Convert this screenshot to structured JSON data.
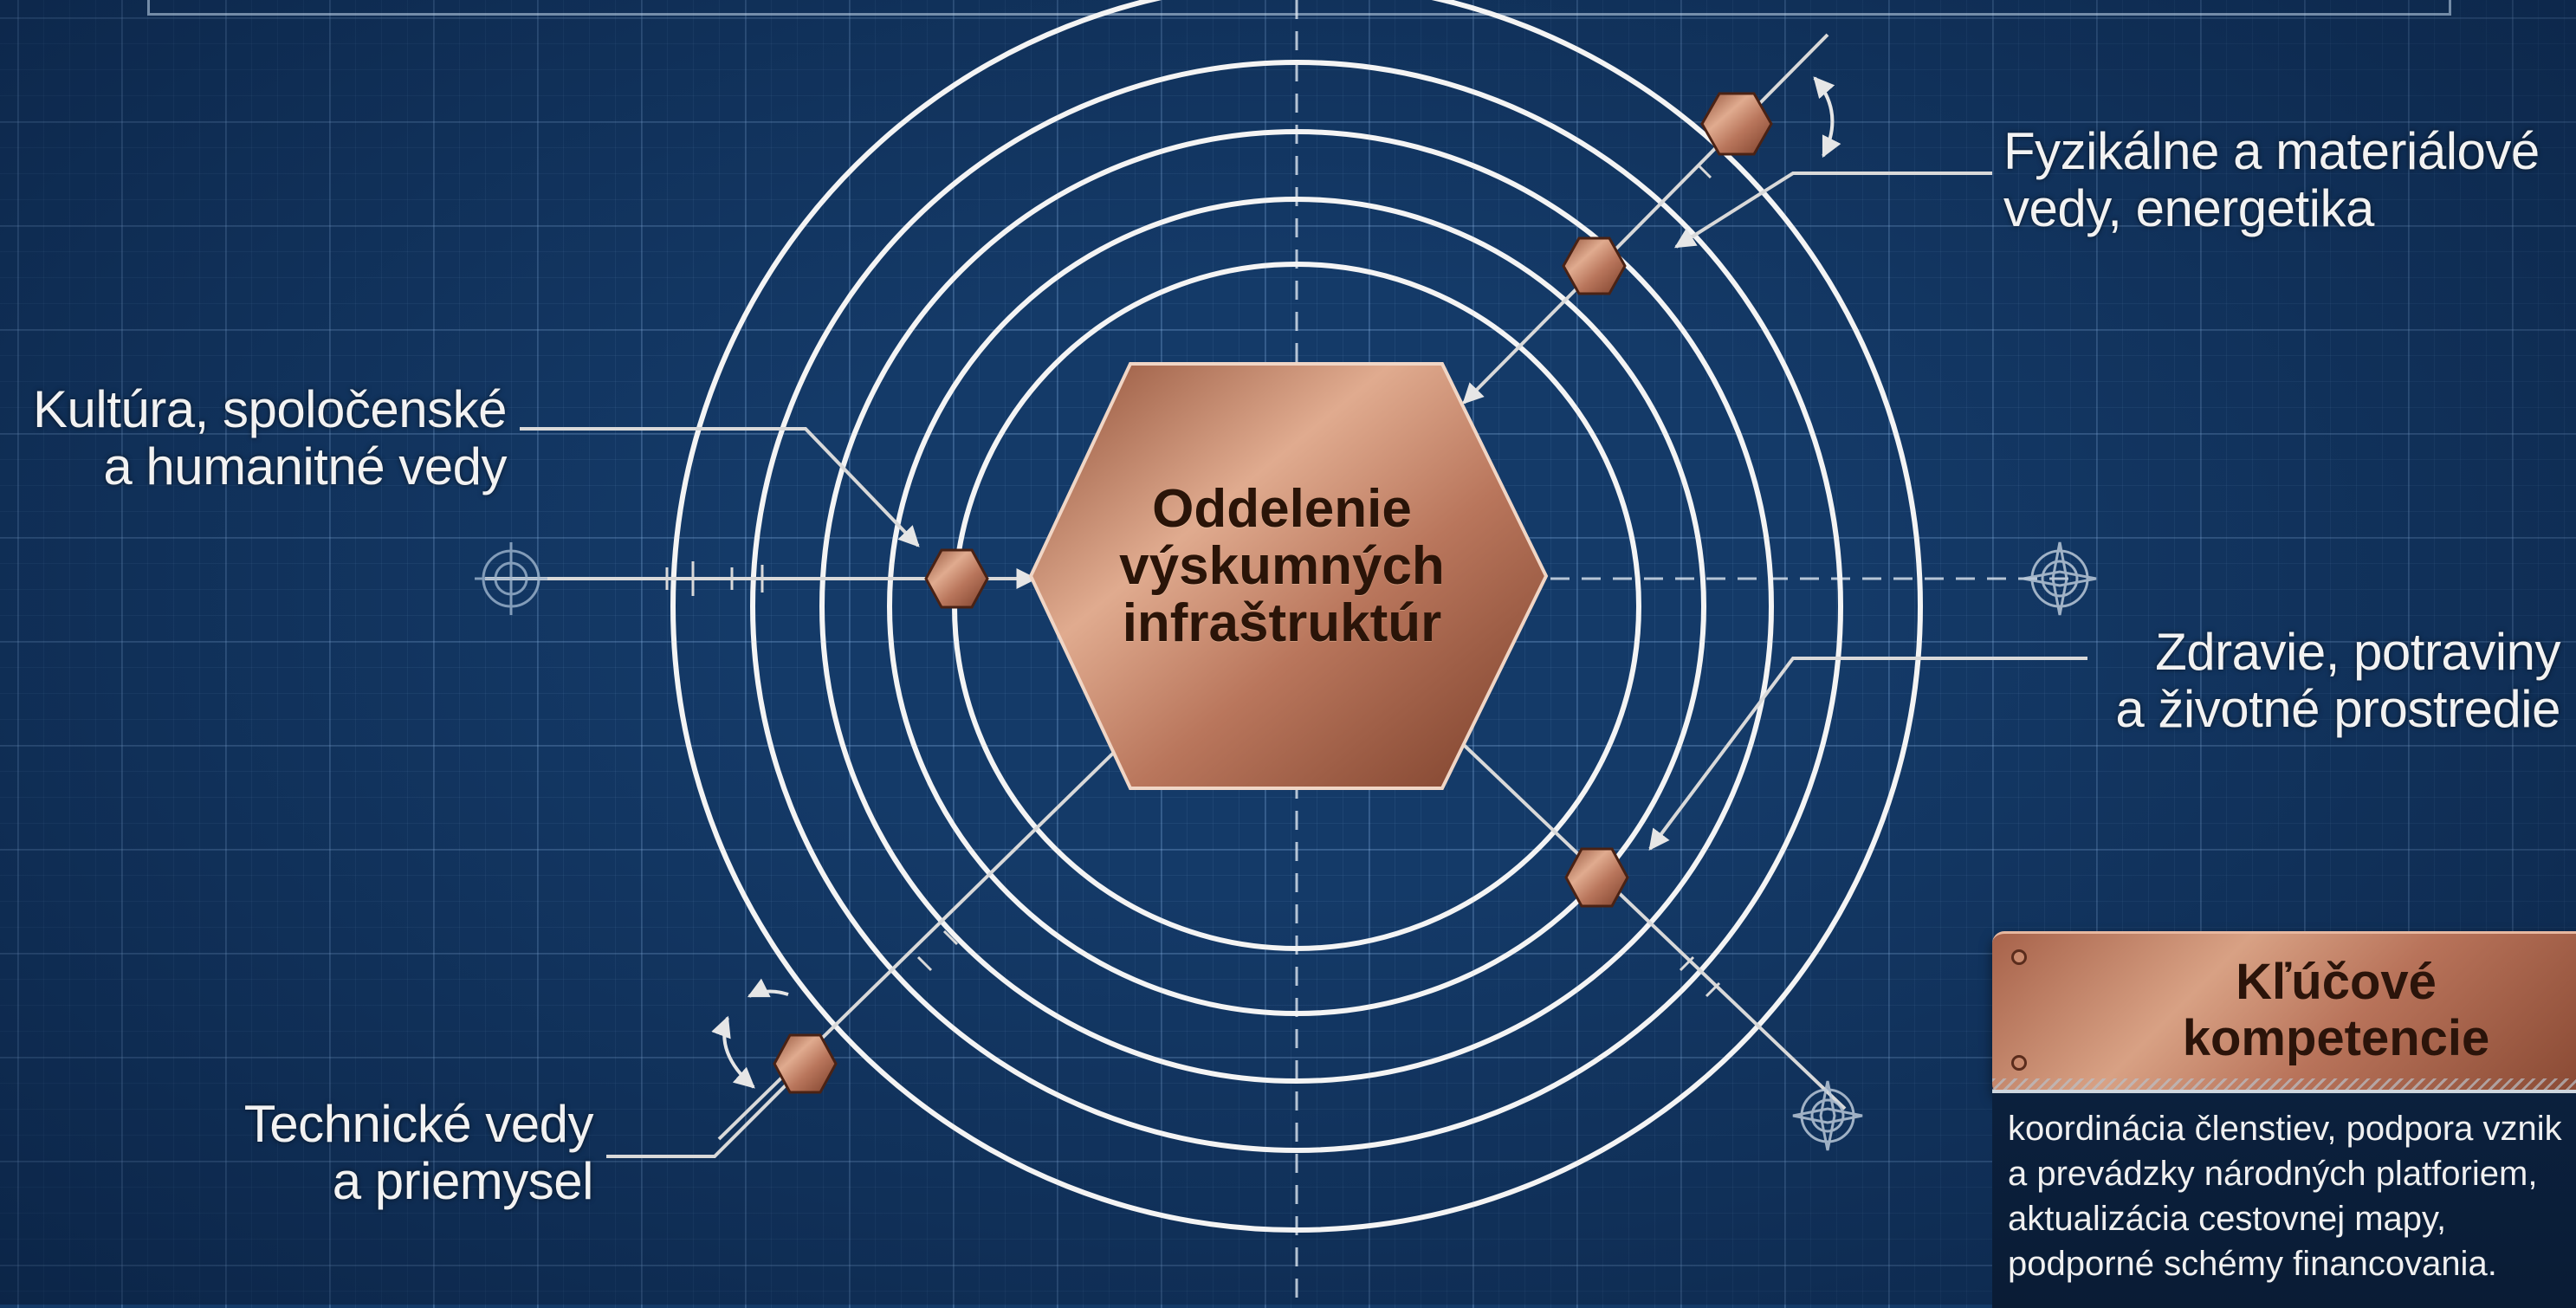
{
  "center": {
    "line1": "Oddelenie",
    "line2": "výskumných",
    "line3": "infraštruktúr"
  },
  "labels": {
    "physical": {
      "line1": "Fyzikálne a materiálové",
      "line2": "vedy, energetika"
    },
    "culture": {
      "line1": "Kultúra, spoločenské",
      "line2": "a humanitné vedy"
    },
    "health": {
      "line1": "Zdravie, potraviny",
      "line2": "a životné prostredie"
    },
    "technical": {
      "line1": "Technické vedy",
      "line2": "a priemysel"
    }
  },
  "competences": {
    "title_line1": "Kľúčové",
    "title_line2": "kompetencie",
    "lines": [
      "koordinácia členstiev, podpora vznik",
      "a prevádzky národných platforiem,",
      "aktualizácia cestovnej mapy,",
      "podporné schémy financovania."
    ]
  },
  "colors": {
    "background": "#143a68",
    "copper": "#c98a6e",
    "rings": "#f4f4f4",
    "text": "#f2f2f2"
  },
  "icons": [
    "hexagon-node",
    "compass-rose-icon",
    "crosshair-icon",
    "curved-arrow-icon"
  ]
}
